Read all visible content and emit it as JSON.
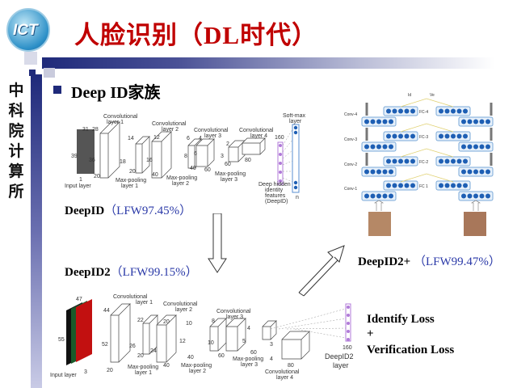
{
  "header": {
    "logo_text": "ICT",
    "title": "人脸识别（DL时代）"
  },
  "sidebar": {
    "vertical_text": "中科院计算所"
  },
  "bullet": {
    "text": "Deep ID家族"
  },
  "deepid": {
    "name": "DeepID",
    "accuracy": "（LFW97.45%）",
    "labels": {
      "conv1": "Convolutional",
      "conv1b": "layer 1",
      "conv2": "Convolutional",
      "conv2b": "layer 2",
      "conv3": "Convolutional",
      "conv3b": "layer 3",
      "conv4": "Convolutional",
      "conv4b": "layer 4",
      "softmax": "Soft-max",
      "softmaxb": "layer",
      "input": "Input layer",
      "mp1": "Max-pooling",
      "mp1b": "layer 1",
      "mp2": "Max-pooling",
      "mp2b": "layer 2",
      "mp3": "Max-pooling",
      "mp3b": "layer 3",
      "deep1": "Deep hidden",
      "deep2": "identity",
      "deep3": "features",
      "deep4": "(DeepID)",
      "n": "n",
      "d160": "160"
    },
    "dims": [
      "31",
      "39",
      "1",
      "28",
      "36",
      "20",
      "14",
      "18",
      "20",
      "12",
      "16",
      "40",
      "6",
      "8",
      "40",
      "4",
      "6",
      "60",
      "2",
      "3",
      "60",
      "80"
    ]
  },
  "deepid2": {
    "name": "DeepID2",
    "accuracy": "（LFW99.15%）",
    "labels": {
      "conv1": "Convolutional",
      "conv1b": "layer 1",
      "conv2": "Convolutional",
      "conv2b": "layer 2",
      "conv3": "Convolutional",
      "conv3b": "layer 3",
      "conv4": "Convolutional",
      "conv4b": "layer 4",
      "input": "Input layer",
      "mp1": "Max-pooling",
      "mp1b": "layer 1",
      "mp2": "Max-pooling",
      "mp2b": "layer 2",
      "mp3": "Max-pooling",
      "mp3b": "layer 3",
      "layer": "DeepID2",
      "layerb": "layer",
      "d160": "160"
    },
    "dims": [
      "47",
      "55",
      "3",
      "44",
      "52",
      "20",
      "22",
      "26",
      "20",
      "20",
      "24",
      "40",
      "10",
      "12",
      "40",
      "8",
      "10",
      "60",
      "4",
      "5",
      "60",
      "3",
      "4",
      "80"
    ]
  },
  "deepid2plus": {
    "name": "DeepID2+",
    "accuracy": "（LFW99.47%）",
    "labels": {
      "fc4": "FC-4",
      "fc3": "FC-3",
      "fc2": "FC-2",
      "fc1": "FC 1",
      "conv4": "Conv-4",
      "conv3": "Conv-3",
      "conv2": "Conv-2",
      "conv1": "Conv-1",
      "id": "Id",
      "ve": "Ve"
    }
  },
  "loss": {
    "identify": "Identify Loss",
    "plus": "+",
    "verification": "Verification Loss"
  },
  "colors": {
    "title": "#c00000",
    "navy": "#1f2a7a",
    "accuracy": "#2b3aa8",
    "neuron": "#1e5fb4",
    "feature": "#b07ad8"
  }
}
